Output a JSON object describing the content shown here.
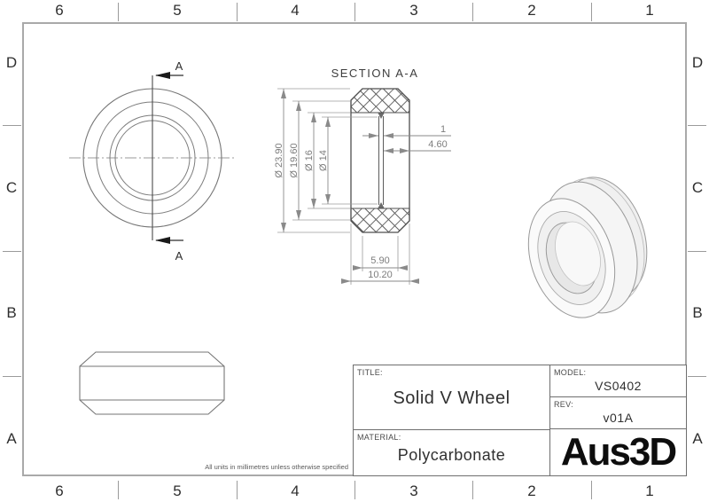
{
  "border": {
    "columns": [
      "6",
      "5",
      "4",
      "3",
      "2",
      "1"
    ],
    "rows": [
      "D",
      "C",
      "B",
      "A"
    ]
  },
  "front_view": {
    "section_letter_top": "A",
    "section_letter_bottom": "A"
  },
  "section_view": {
    "title": "SECTION A-A",
    "diameters": [
      "Ø 23.90",
      "Ø 19.60",
      "Ø 16",
      "Ø 14"
    ],
    "groove_width": "1",
    "groove_offset": "4.60",
    "hub_width": "5.90",
    "overall_width": "10.20"
  },
  "note": "All units in millimetres unless otherwise specified",
  "title_block": {
    "title_label": "TITLE:",
    "title": "Solid V Wheel",
    "model_label": "MODEL:",
    "model": "VS0402",
    "rev_label": "REV:",
    "rev": "v01A",
    "material_label": "MATERIAL:",
    "material": "Polycarbonate",
    "logo": "Aus3D"
  },
  "colors": {
    "outline": "#4f4f4f",
    "dimension": "#8a8a8a",
    "border_gray": "#a9a9a9",
    "text_dark": "#2e2e2e"
  }
}
